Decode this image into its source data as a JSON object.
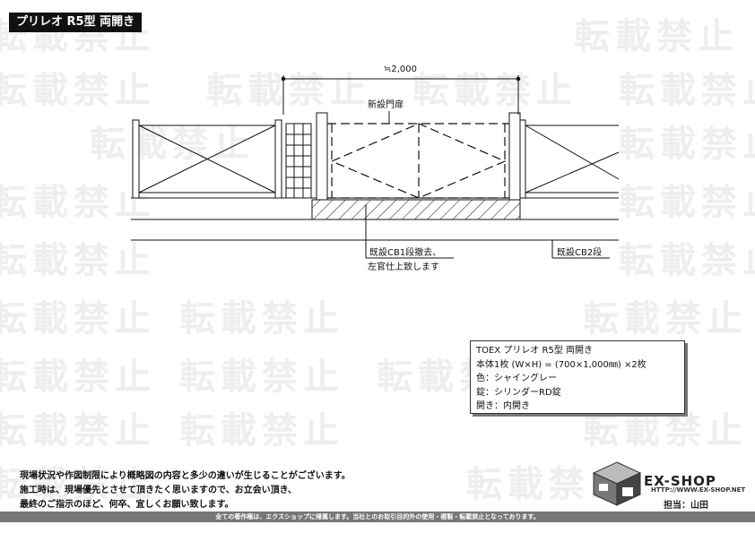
{
  "header": {
    "title": "プリレオ R5型 両開き"
  },
  "watermark": {
    "text": "転載禁止",
    "color": "#eeeeee"
  },
  "drawing": {
    "dimension_label": "≒2,000",
    "gate_label": "新設門扉",
    "existing_cb1_label_line1": "既設CB1段撤去、",
    "existing_cb1_label_line2": "左官仕上致します",
    "existing_cb2_label": "既設CB2段"
  },
  "spec": {
    "line1": "TOEX プリレオ R5型 両開き",
    "line2": "本体1枚 (W×H) = (700×1,000㎜) ×2枚",
    "line3": "色：シャイングレー",
    "line4": "錠：シリンダーRD錠",
    "line5": "開き：内開き"
  },
  "footer": {
    "note1": "現場状況や作図制限により概略図の内容と多少の違いが生じることがございます。",
    "note2": "施工時は、現場優先とさせて頂きたく思いますので、お立会い頂き、",
    "note3": "最終のご指示のほど、何卒、宜しくお願い致します。",
    "brand": "EX-SHOP",
    "url": "HTTP://WWW.EX-SHOP.NET",
    "person": "担当：山田",
    "copyright": "全ての著作権は、エクスショップに帰属します。当社とのお取引目的外の使用・複製・転載禁止となっております。"
  },
  "colors": {
    "line": "#111111",
    "footer_bar": "#777777"
  }
}
